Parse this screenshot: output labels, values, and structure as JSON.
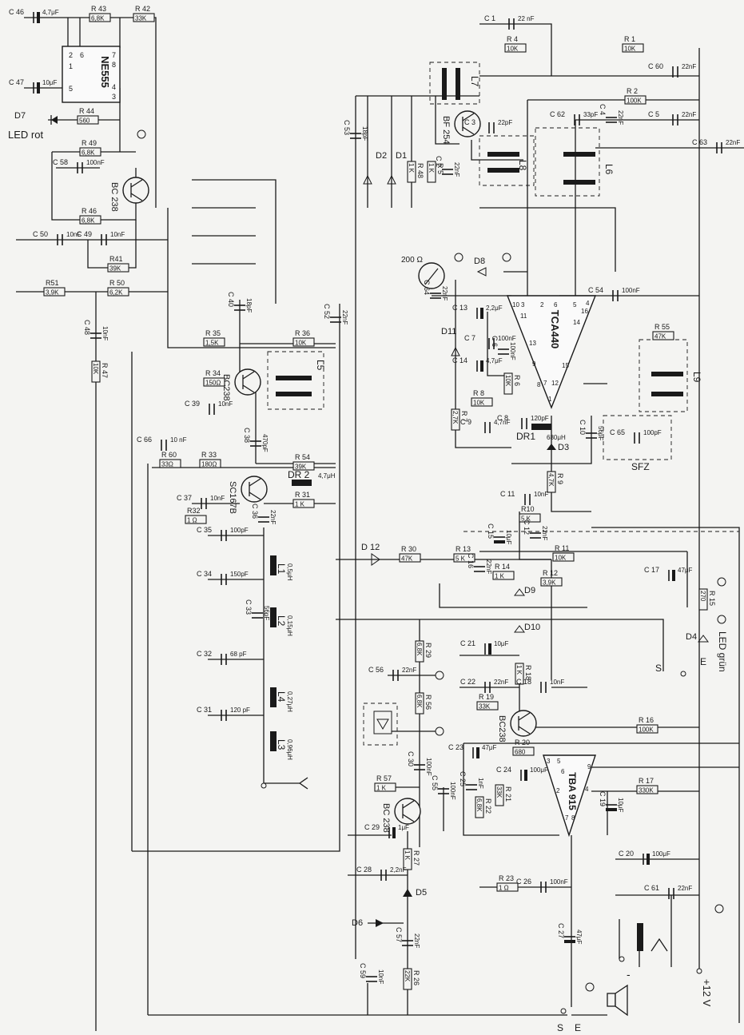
{
  "ics": [
    {
      "id": "ic-ne555",
      "name": "NE555"
    },
    {
      "id": "ic-tca440",
      "name": "TCA440"
    },
    {
      "id": "ic-tba915",
      "name": "TBA 915"
    }
  ],
  "transistors": [
    {
      "id": "t1",
      "label": "BC 238"
    },
    {
      "id": "t2",
      "label": "BF 254"
    },
    {
      "id": "t3",
      "label": "BC238"
    },
    {
      "id": "t4",
      "label": "SC167B"
    },
    {
      "id": "t5",
      "label": "BC238"
    },
    {
      "id": "t6",
      "label": "BC 238"
    }
  ],
  "resistors": [
    {
      "id": "r43",
      "name": "R 43",
      "value": "6,8K"
    },
    {
      "id": "r42",
      "name": "R 42",
      "value": "33K"
    },
    {
      "id": "r44",
      "name": "R 44",
      "value": "560"
    },
    {
      "id": "r49",
      "name": "R 49",
      "value": "6,8K"
    },
    {
      "id": "r46",
      "name": "R 46",
      "value": "6,8K"
    },
    {
      "id": "r41",
      "name": "R41",
      "value": "39K"
    },
    {
      "id": "r51",
      "name": "R51",
      "value": "3,9K"
    },
    {
      "id": "r50",
      "name": "R 50",
      "value": "6,2K"
    },
    {
      "id": "r47",
      "name": "R 47",
      "value": "10K"
    },
    {
      "id": "r4",
      "name": "R 4",
      "value": "10K"
    },
    {
      "id": "r1",
      "name": "R 1",
      "value": "10K"
    },
    {
      "id": "r2",
      "name": "R 2",
      "value": "100K"
    },
    {
      "id": "r48",
      "name": "R 48",
      "value": "1 K"
    },
    {
      "id": "r5",
      "name": "R 5",
      "value": "1 K"
    },
    {
      "id": "r35",
      "name": "R 35",
      "value": "1,5K"
    },
    {
      "id": "r36",
      "name": "R 36",
      "value": "10K"
    },
    {
      "id": "r34",
      "name": "R 34",
      "value": "150Ω"
    },
    {
      "id": "r60",
      "name": "R 60",
      "value": "33Ω"
    },
    {
      "id": "r33",
      "name": "R 33",
      "value": "180Ω"
    },
    {
      "id": "r54",
      "name": "R 54",
      "value": "39K"
    },
    {
      "id": "r31",
      "name": "R 31",
      "value": "1 K"
    },
    {
      "id": "r32",
      "name": "R32",
      "value": "1 Ω"
    },
    {
      "id": "r55",
      "name": "R 55",
      "value": "47K"
    },
    {
      "id": "r6",
      "name": "R 6",
      "value": "10K"
    },
    {
      "id": "r8",
      "name": "R 8",
      "value": "10K"
    },
    {
      "id": "r7",
      "name": "R 7",
      "value": "2,7K"
    },
    {
      "id": "r9",
      "name": "R 9",
      "value": "4,7K"
    },
    {
      "id": "r10",
      "name": "R10",
      "value": "5 K"
    },
    {
      "id": "r13",
      "name": "R 13",
      "value": "5 K"
    },
    {
      "id": "r14",
      "name": "R 14",
      "value": "1 K"
    },
    {
      "id": "r11",
      "name": "R 11",
      "value": "10K"
    },
    {
      "id": "r12",
      "name": "R 12",
      "value": "3,9K"
    },
    {
      "id": "r30",
      "name": "R 30",
      "value": "47K"
    },
    {
      "id": "r15",
      "name": "R 15",
      "value": "270"
    },
    {
      "id": "r29",
      "name": "R 29",
      "value": "6,8K"
    },
    {
      "id": "r56",
      "name": "R 56",
      "value": "6,8K"
    },
    {
      "id": "r18",
      "name": "R 18",
      "value": "1 K"
    },
    {
      "id": "r19",
      "name": "R 19",
      "value": "33K"
    },
    {
      "id": "r16",
      "name": "R 16",
      "value": "100K"
    },
    {
      "id": "r20",
      "name": "R 20",
      "value": "680"
    },
    {
      "id": "r21",
      "name": "R 21",
      "value": "33K"
    },
    {
      "id": "r22",
      "name": "R 22",
      "value": "6,8K"
    },
    {
      "id": "r17",
      "name": "R 17",
      "value": "330K"
    },
    {
      "id": "r57",
      "name": "R 57",
      "value": "1 K"
    },
    {
      "id": "r27",
      "name": "R 27",
      "value": "1 K"
    },
    {
      "id": "r23",
      "name": "R 23",
      "value": "1 Ω"
    },
    {
      "id": "r26",
      "name": "R 26",
      "value": "22K"
    }
  ],
  "capacitors": [
    {
      "id": "c46",
      "name": "C 46",
      "value": "4,7μF"
    },
    {
      "id": "c47",
      "name": "C 47",
      "value": "10μF"
    },
    {
      "id": "c58",
      "name": "C 58",
      "value": "100nF"
    },
    {
      "id": "c50",
      "name": "C 50",
      "value": "10nF"
    },
    {
      "id": "c49",
      "name": "C 49",
      "value": "10nF"
    },
    {
      "id": "c48",
      "name": "C 48",
      "value": "10nF"
    },
    {
      "id": "c1",
      "name": "C 1",
      "value": "22 nF"
    },
    {
      "id": "c60",
      "name": "C 60",
      "value": "22nF"
    },
    {
      "id": "c53",
      "name": "C 53",
      "value": "18pF"
    },
    {
      "id": "c3",
      "name": "C 3",
      "value": "22pF"
    },
    {
      "id": "c2",
      "name": "C 2",
      "value": "22nF"
    },
    {
      "id": "c62",
      "name": "C 62",
      "value": "33pF"
    },
    {
      "id": "c4",
      "name": "C 4",
      "value": "22nF"
    },
    {
      "id": "c5",
      "name": "C 5",
      "value": "22nF"
    },
    {
      "id": "c63",
      "name": "C 63",
      "value": "22nF"
    },
    {
      "id": "c64",
      "name": "C 64",
      "value": "22nF"
    },
    {
      "id": "c13",
      "name": "C 13",
      "value": "2,2μF"
    },
    {
      "id": "c54",
      "name": "C 54",
      "value": "100nF"
    },
    {
      "id": "c7",
      "name": "C 7",
      "value": "100nF"
    },
    {
      "id": "c6",
      "name": "C 6",
      "value": "100nF"
    },
    {
      "id": "c14",
      "name": "C 14",
      "value": "4,7μF"
    },
    {
      "id": "c40",
      "name": "C 40",
      "value": "18pF"
    },
    {
      "id": "c52",
      "name": "C 52",
      "value": "22nF"
    },
    {
      "id": "c39",
      "name": "C 39",
      "value": "10nF"
    },
    {
      "id": "c38",
      "name": "C 38",
      "value": "470pF"
    },
    {
      "id": "c66",
      "name": "C 66",
      "value": "10 nF"
    },
    {
      "id": "c37",
      "name": "C 37",
      "value": "10nF"
    },
    {
      "id": "c36",
      "name": "C 36",
      "value": "22nF"
    },
    {
      "id": "c35",
      "name": "C 35",
      "value": "100pF"
    },
    {
      "id": "c34",
      "name": "C 34",
      "value": "150pF"
    },
    {
      "id": "c33",
      "name": "C 33",
      "value": "56pF"
    },
    {
      "id": "c32",
      "name": "C 32",
      "value": "68 pF"
    },
    {
      "id": "c31",
      "name": "C 31",
      "value": "120 pF"
    },
    {
      "id": "c9",
      "name": "C 9",
      "value": "4,7nF"
    },
    {
      "id": "c8",
      "name": "C 8",
      "value": "120pF"
    },
    {
      "id": "c10",
      "name": "C 10",
      "value": "56pF"
    },
    {
      "id": "c65",
      "name": "C 65",
      "value": "100pF"
    },
    {
      "id": "c11",
      "name": "C 11",
      "value": "10nF"
    },
    {
      "id": "c15",
      "name": "C 15",
      "value": "10μF"
    },
    {
      "id": "c12",
      "name": "C 12",
      "value": "22nF"
    },
    {
      "id": "c16",
      "name": "C 16",
      "value": "22nF"
    },
    {
      "id": "c17",
      "name": "C 17",
      "value": "47μF"
    },
    {
      "id": "c21",
      "name": "C 21",
      "value": "10μF"
    },
    {
      "id": "c56",
      "name": "C 56",
      "value": "22nF"
    },
    {
      "id": "c22",
      "name": "C 22",
      "value": "22nF"
    },
    {
      "id": "c18",
      "name": "C 18",
      "value": "10nF"
    },
    {
      "id": "c23",
      "name": "C 23",
      "value": "47μF"
    },
    {
      "id": "c25",
      "name": "C 25",
      "value": "1nF"
    },
    {
      "id": "c24",
      "name": "C 24",
      "value": "100μF"
    },
    {
      "id": "c19",
      "name": "C 19",
      "value": "10μF"
    },
    {
      "id": "c30",
      "name": "C 30",
      "value": "100nF"
    },
    {
      "id": "c55",
      "name": "C 55",
      "value": "100nF"
    },
    {
      "id": "c29",
      "name": "C 29",
      "value": "1μF"
    },
    {
      "id": "c20",
      "name": "C 20",
      "value": "100μF"
    },
    {
      "id": "c28",
      "name": "C 28",
      "value": "2,2nF"
    },
    {
      "id": "c26",
      "name": "C 26",
      "value": "100nF"
    },
    {
      "id": "c61",
      "name": "C 61",
      "value": "22nF"
    },
    {
      "id": "c57",
      "name": "C 57",
      "value": "22nF"
    },
    {
      "id": "c27",
      "name": "C 27",
      "value": "47μF"
    },
    {
      "id": "c59",
      "name": "C 59",
      "value": "10nF"
    }
  ],
  "inductors": [
    {
      "id": "l7",
      "name": "L7"
    },
    {
      "id": "l8",
      "name": "L8"
    },
    {
      "id": "l6",
      "name": "L6"
    },
    {
      "id": "l5",
      "name": "L5"
    },
    {
      "id": "l9",
      "name": "L9"
    },
    {
      "id": "l1",
      "name": "L1",
      "value": "0,5μH"
    },
    {
      "id": "l2",
      "name": "L2",
      "value": "0,15μH"
    },
    {
      "id": "l4",
      "name": "L4",
      "value": "0,27μH"
    },
    {
      "id": "l3",
      "name": "L3",
      "value": "0,96μH"
    },
    {
      "id": "dr2",
      "name": "DR 2",
      "value": "4,7μH"
    },
    {
      "id": "dr1",
      "name": "DR1",
      "value": "680μH"
    }
  ],
  "diodes": [
    {
      "id": "d7",
      "name": "D7"
    },
    {
      "id": "d2",
      "name": "D2"
    },
    {
      "id": "d1",
      "name": "D1"
    },
    {
      "id": "d8",
      "name": "D8"
    },
    {
      "id": "d11",
      "name": "D11"
    },
    {
      "id": "d3",
      "name": "D3"
    },
    {
      "id": "d12",
      "name": "D 12"
    },
    {
      "id": "d9",
      "name": "D9"
    },
    {
      "id": "d10",
      "name": "D10"
    },
    {
      "id": "d4",
      "name": "D4"
    },
    {
      "id": "d5",
      "name": "D5"
    },
    {
      "id": "d6",
      "name": "D6"
    }
  ],
  "labels": {
    "led_red": "LED rot",
    "led_green": "LED grün",
    "meter": "200 Ω",
    "filter": "SFZ",
    "supply": "+12 V",
    "minus": "-",
    "s1": "S",
    "e1": "E",
    "s2": "S",
    "e2": "E"
  },
  "ic_pins": {
    "ne555": [
      "2",
      "6",
      "7",
      "8",
      "1",
      "5",
      "4",
      "3"
    ],
    "tca440": [
      "10",
      "3",
      "11",
      "2",
      "6",
      "5",
      "16",
      "4",
      "14",
      "13",
      "9",
      "15",
      "8",
      "7",
      "12",
      "1"
    ],
    "tba915": [
      "3",
      "5",
      "6",
      "9",
      "4",
      "2",
      "7",
      "8"
    ]
  }
}
